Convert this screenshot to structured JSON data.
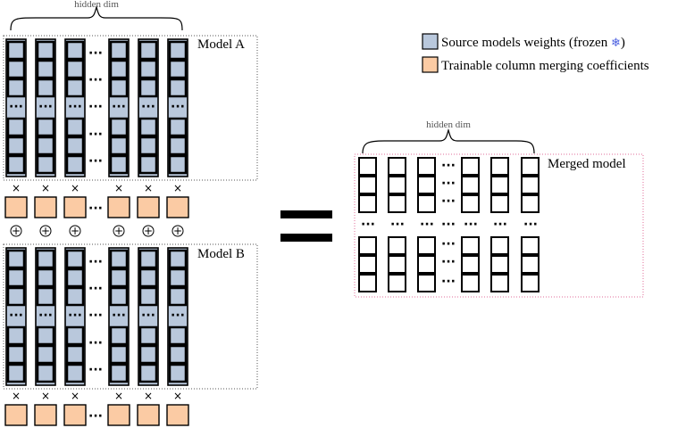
{
  "colors": {
    "source_weights": "#b9c8dc",
    "trainable": "#fbcba4",
    "merged_frame": "#e06d9a",
    "snowflake": "#4a5fe0"
  },
  "brace_label_top": "hidden dim",
  "brace_label_merged": "hidden dim",
  "model_a_label": "Model A",
  "model_b_label": "Model B",
  "merged_label": "Merged model",
  "legend": {
    "source_text": "Source models weights (frozen ",
    "source_icon": "snowflake-icon",
    "source_close": ")",
    "trainable_text": "Trainable column merging coefficients"
  },
  "symbols": {
    "ellipsis": "···",
    "times": "×",
    "plus": "+",
    "equals": "="
  }
}
